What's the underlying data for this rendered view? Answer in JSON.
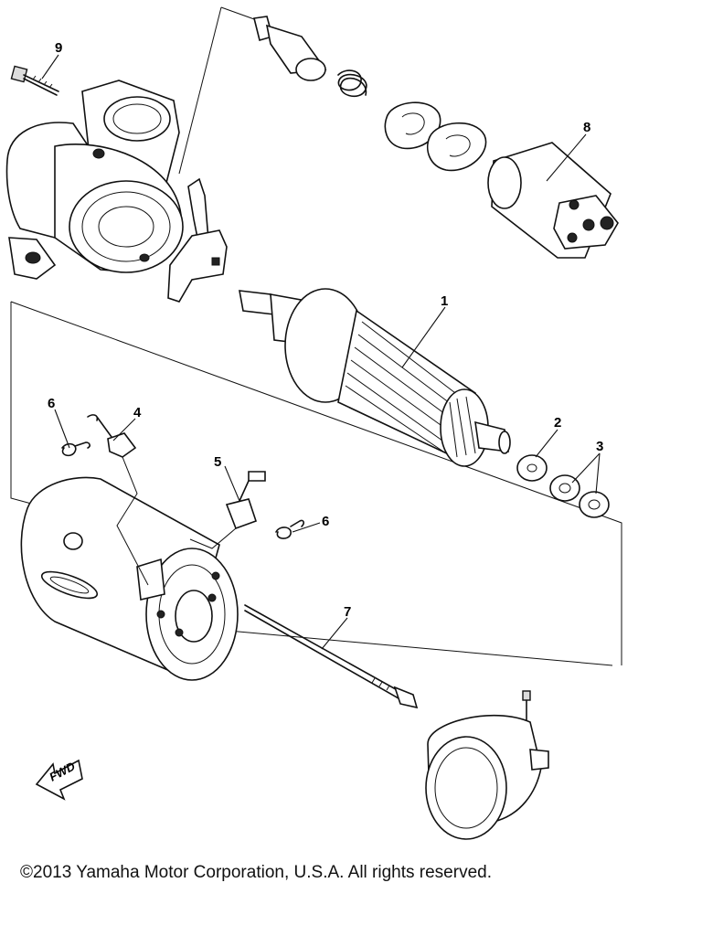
{
  "callouts": {
    "c1": "1",
    "c2": "2",
    "c3": "3",
    "c4": "4",
    "c5": "5",
    "c6a": "6",
    "c6b": "6",
    "c7": "7",
    "c8": "8",
    "c9": "9"
  },
  "fwd_label": "FWD",
  "copyright": "©2013 Yamaha Motor Corporation, U.S.A. All rights reserved."
}
